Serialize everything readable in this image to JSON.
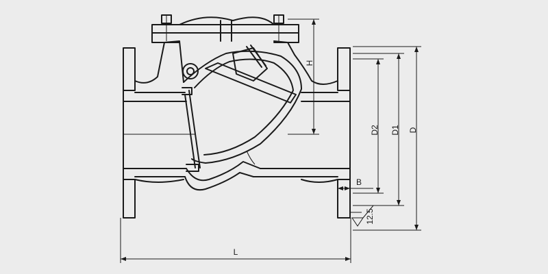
{
  "drawing": {
    "dimension_labels": {
      "height": "H",
      "bore_diameter": "D2",
      "bolt_circle_diameter": "D1",
      "flange_diameter": "D",
      "flange_thickness": "B",
      "face_to_face_length": "L",
      "surface_roughness": "12.5"
    }
  }
}
